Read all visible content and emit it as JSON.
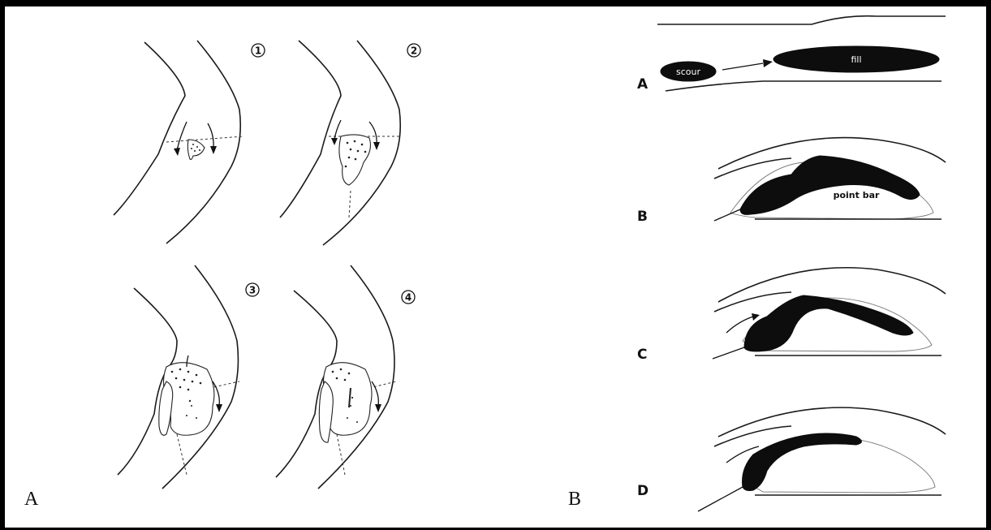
{
  "panel_labels": {
    "left": "A",
    "right": "B"
  },
  "left_panel": {
    "steps": [
      "1",
      "2",
      "3",
      "4"
    ]
  },
  "right_panel": {
    "stages": [
      "A",
      "B",
      "C",
      "D"
    ],
    "labels": {
      "scour": "scour",
      "fill": "fill",
      "point_bar": "point bar"
    }
  }
}
